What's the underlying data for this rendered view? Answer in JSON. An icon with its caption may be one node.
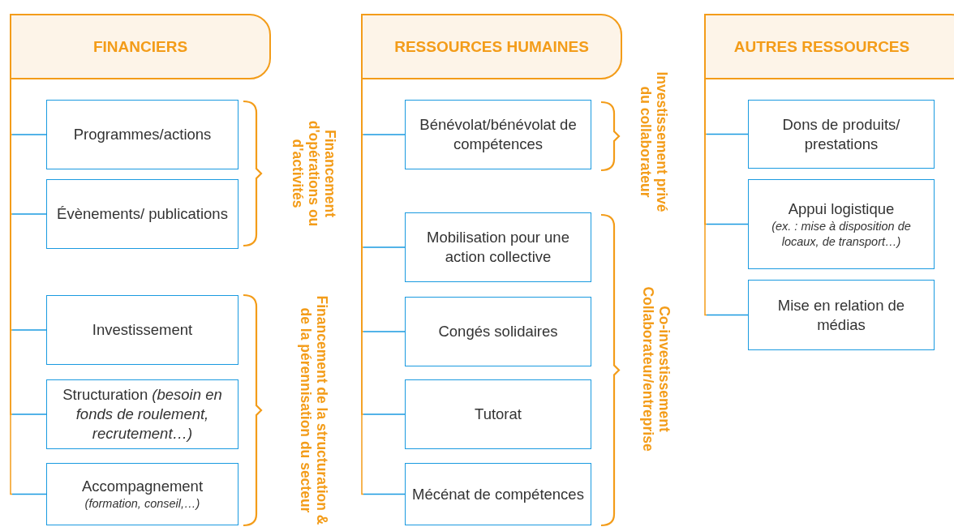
{
  "diagram": {
    "nodes": [
      {
        "text": [
          "FINANCIERS"
        ]
      },
      {
        "text": [
          "Programmes/actions"
        ]
      },
      {
        "text": [
          "Évènements/ publications"
        ]
      },
      {
        "text": [
          "Investissement"
        ]
      },
      {
        "text": [
          "Structuration *(besoin en fonds de roulement, recrutement…)*"
        ]
      },
      {
        "text": [
          "Accompagnement",
          "(formation, conseil,…)"
        ]
      },
      {
        "text": [
          "RESSOURCES HUMAINES"
        ]
      },
      {
        "text": [
          "Bénévolat/bénévolat de compétences"
        ]
      },
      {
        "text": [
          "Mobilisation pour une action collective"
        ]
      },
      {
        "text": [
          "Congés solidaires"
        ]
      },
      {
        "text": [
          "Tutorat"
        ]
      },
      {
        "text": [
          "Mécénat de compétences"
        ]
      },
      {
        "text": [
          "AUTRES RESSOURCES"
        ]
      },
      {
        "text": [
          "Dons de produits/ prestations"
        ]
      },
      {
        "text": [
          "Appui logistique",
          "(ex. : mise à disposition de locaux, de transport…)"
        ]
      },
      {
        "text": [
          "Mise en relation de médias"
        ]
      }
    ],
    "edges": [
      {
        "from": 0,
        "to": 1,
        "arrow": "none"
      },
      {
        "from": 0,
        "to": 2,
        "arrow": "none"
      },
      {
        "from": 0,
        "to": 3,
        "arrow": "none"
      },
      {
        "from": 0,
        "to": 4,
        "arrow": "none"
      },
      {
        "from": 0,
        "to": 5,
        "arrow": "none"
      },
      {
        "from": 6,
        "to": 7,
        "arrow": "none"
      },
      {
        "from": 6,
        "to": 8,
        "arrow": "none"
      },
      {
        "from": 6,
        "to": 9,
        "arrow": "none"
      },
      {
        "from": 6,
        "to": 10,
        "arrow": "none"
      },
      {
        "from": 6,
        "to": 11,
        "arrow": "none"
      },
      {
        "from": 12,
        "to": 13,
        "arrow": "none"
      },
      {
        "from": 12,
        "to": 14,
        "arrow": "none"
      },
      {
        "from": 12,
        "to": 15,
        "arrow": "none"
      }
    ],
    "labels": [
      "Financement d'opérations ou d'activités",
      "Financement de la structuration & de la pérennisation du secteur",
      "Investissement privé du collaborateur",
      "Co-investissement Collaborateur/entreprise"
    ]
  }
}
